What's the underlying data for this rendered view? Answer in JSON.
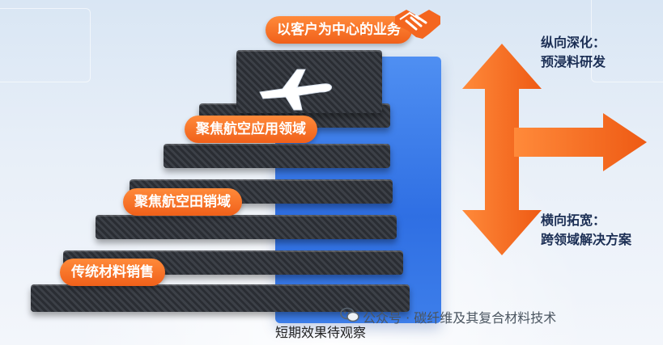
{
  "pills": {
    "customer_business": "以客户为中心的业务",
    "aviation_application": "聚焦航空应用领域",
    "aviation_sales": "聚焦航空田销域",
    "traditional_sales": "传统材料销售"
  },
  "side": {
    "vertical_title": "纵向深化：",
    "vertical_sub": "预浸料研发",
    "horizontal_title": "横向拓宽：",
    "horizontal_sub": "跨领域解决方案"
  },
  "bottom_text": "短期效果待观察",
  "watermark": "公众号 · 碳纤维及其复合材料技术",
  "colors": {
    "orange": "#f0601a",
    "blue": "#2f6fe3",
    "navy": "#1c2f55"
  },
  "icons": [
    "handshake-icon",
    "airplane-icon",
    "wechat-icon",
    "up-down-arrow-icon",
    "right-arrow-icon"
  ]
}
